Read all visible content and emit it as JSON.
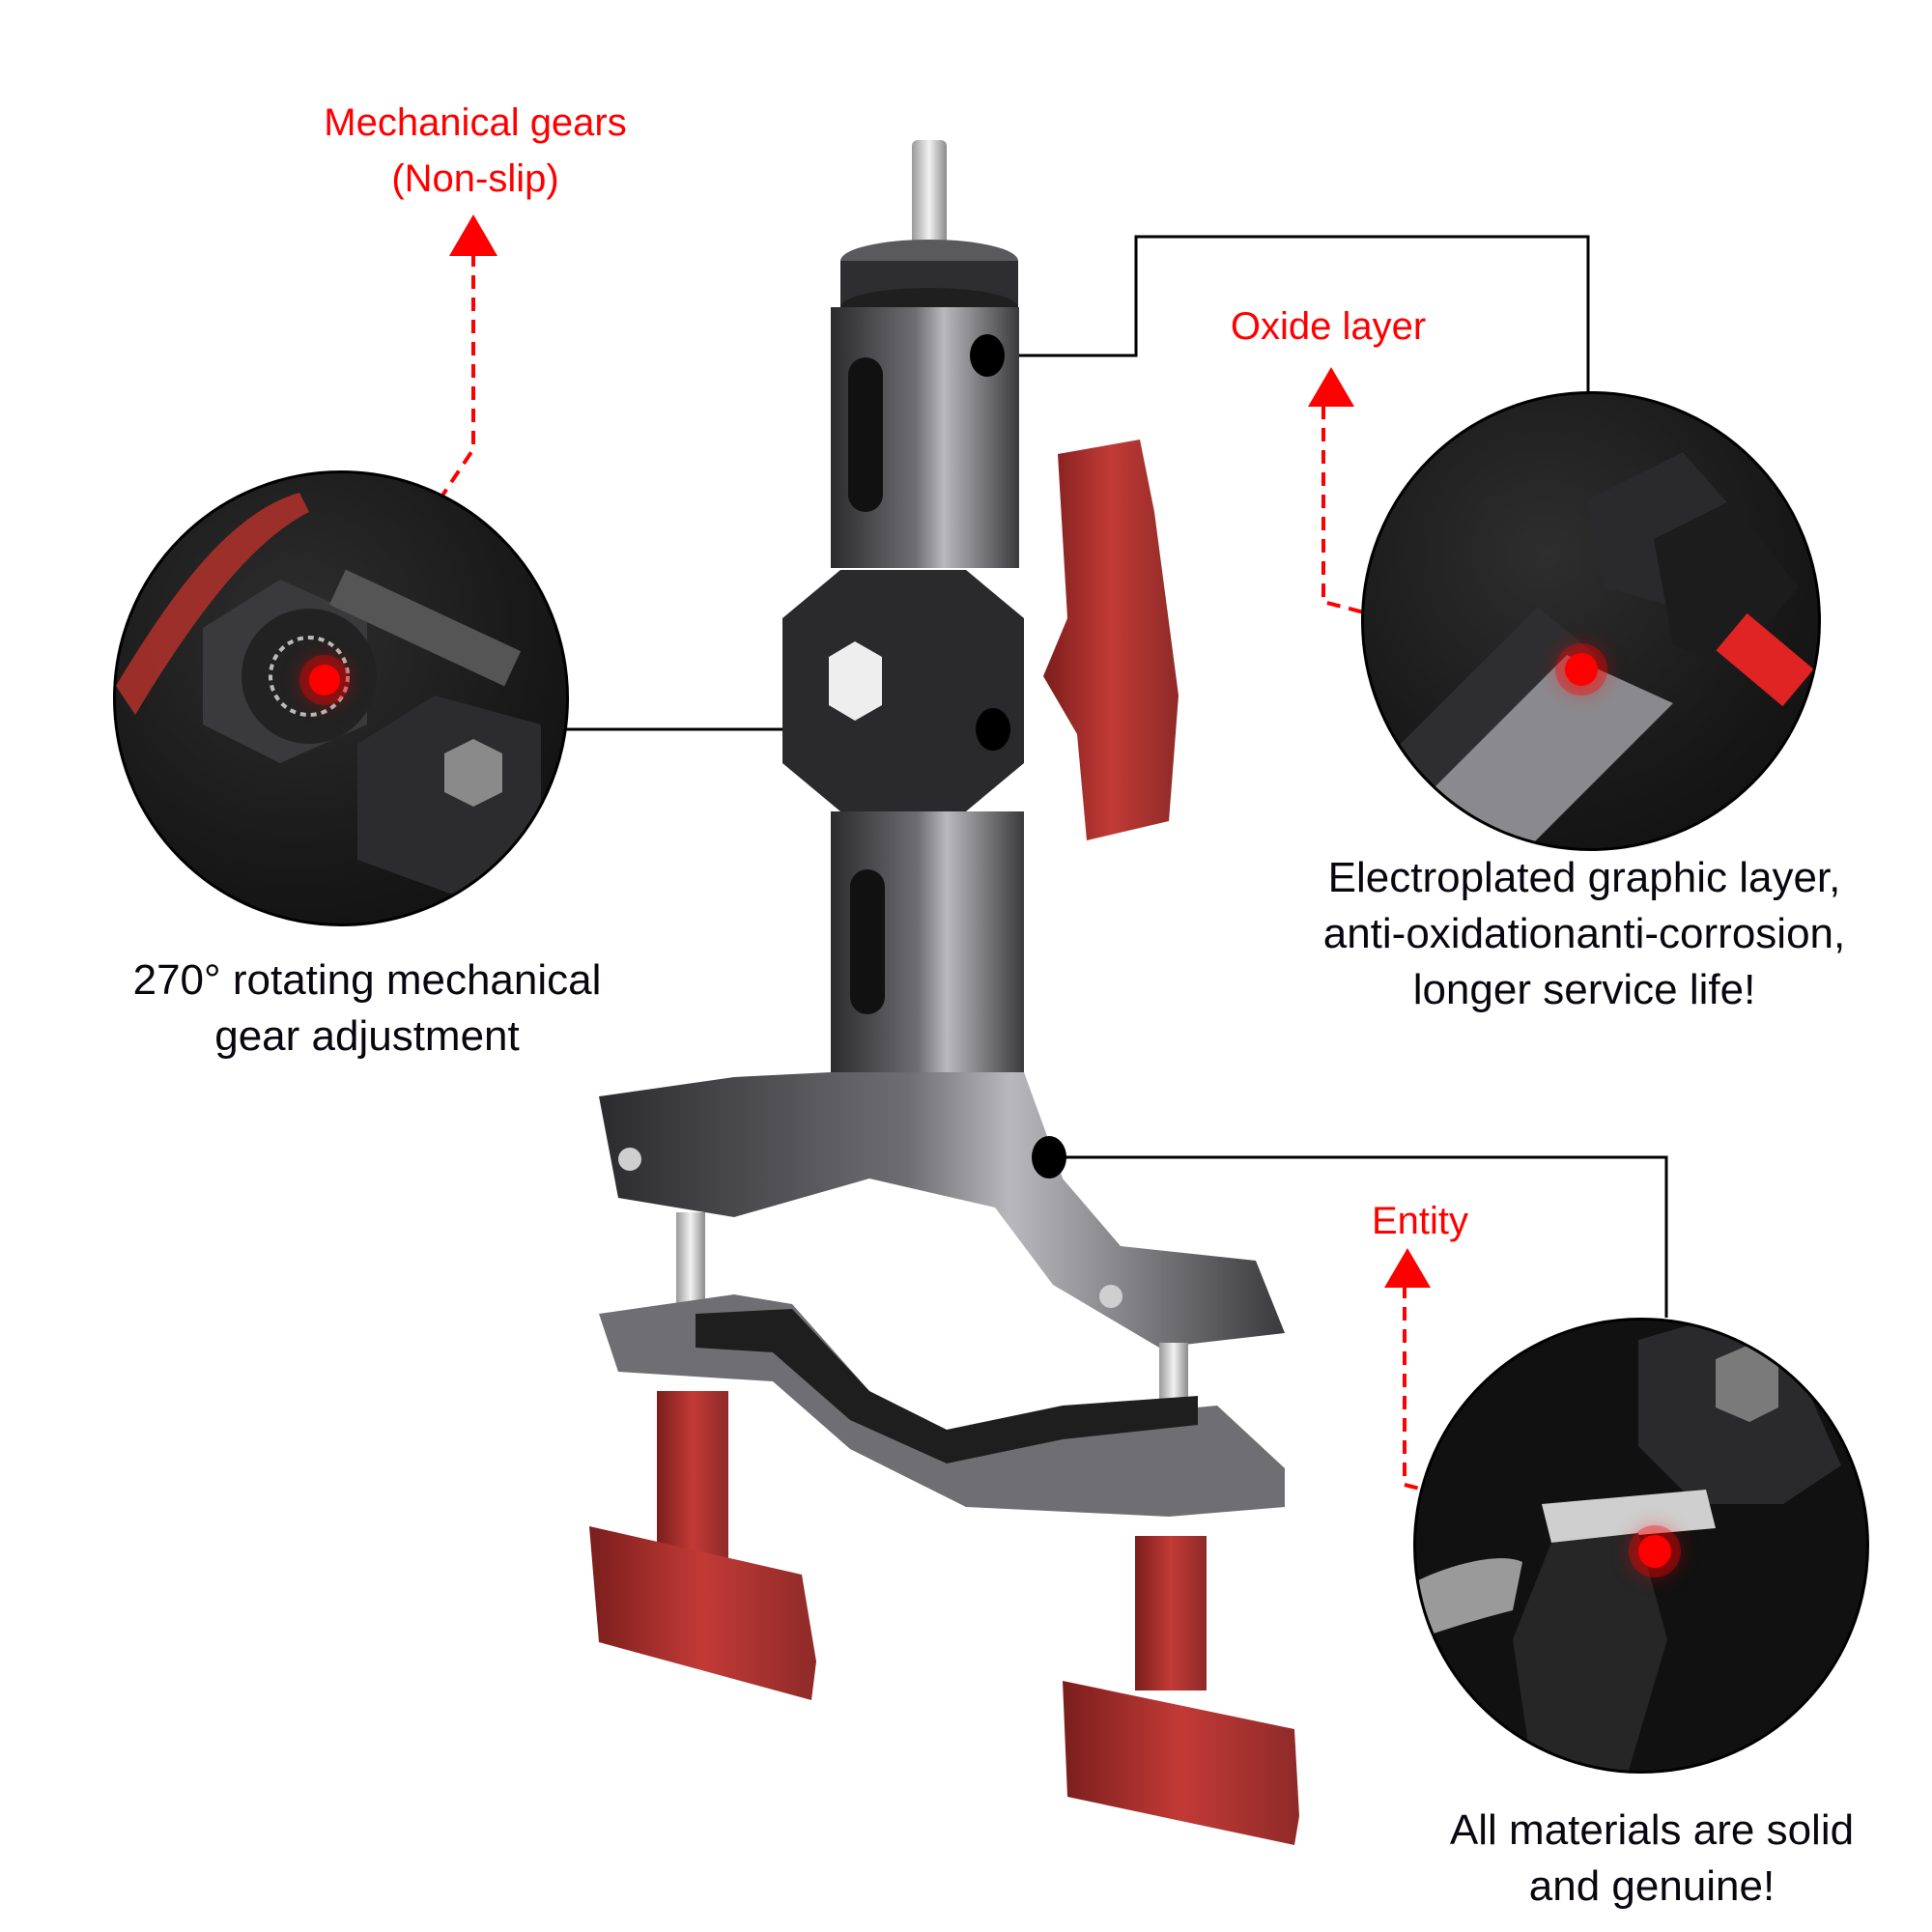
{
  "callouts": {
    "mechanical_gears": {
      "title_line1": "Mechanical gears",
      "title_line2": "(Non-slip)",
      "description_line1": "270°   rotating mechanical",
      "description_line2": "gear adjustment"
    },
    "oxide_layer": {
      "title": "Oxide layer",
      "description_line1": "Electroplated graphic layer,",
      "description_line2": "anti-oxidationanti-corrosion,",
      "description_line3": "longer service life!"
    },
    "entity": {
      "title": "Entity",
      "description_line1": "All materials are solid",
      "description_line2": "and genuine!"
    }
  },
  "colors": {
    "accent_red": "#ff0000",
    "text_black": "#0a0610",
    "metal_dark": "#3a3a3c",
    "metal_light": "#8a8a8e",
    "knob_red": "#b8312f"
  }
}
